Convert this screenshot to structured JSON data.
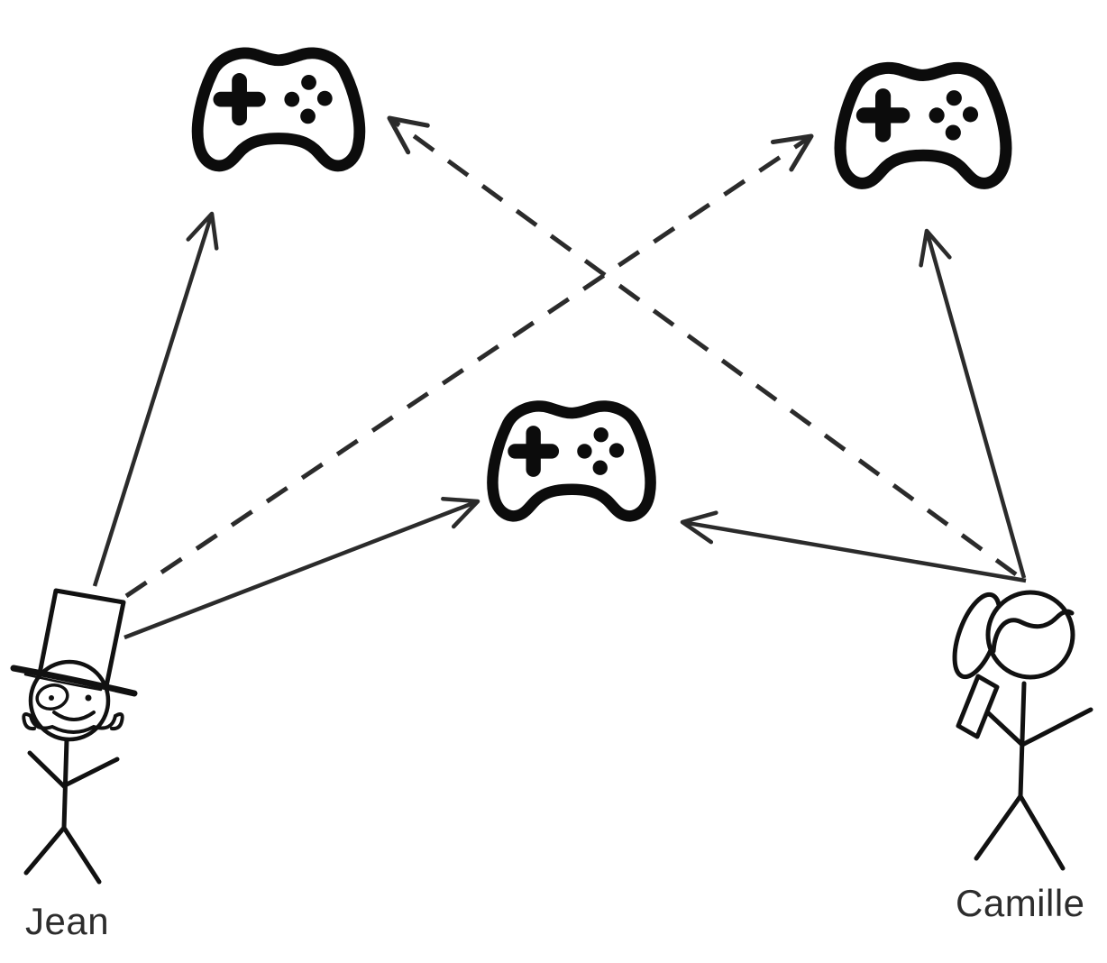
{
  "diagram": {
    "type": "relationship-diagram",
    "background": "#ffffff",
    "actors": [
      {
        "id": "jean",
        "label": "Jean",
        "figure": "stick-figure-top-hat-monocle-mustache",
        "position": "bottom-left"
      },
      {
        "id": "camille",
        "label": "Camille",
        "figure": "stick-figure-ponytail-holding-phone",
        "position": "bottom-right"
      }
    ],
    "controllers": [
      {
        "id": "controller-top-left",
        "icon": "gamepad-icon",
        "position": "top-left"
      },
      {
        "id": "controller-top-right",
        "icon": "gamepad-icon",
        "position": "top-right"
      },
      {
        "id": "controller-middle",
        "icon": "gamepad-icon",
        "position": "middle-center"
      }
    ],
    "edges": [
      {
        "from": "Jean",
        "to": "controller-top-left",
        "style": "solid",
        "arrowhead": "open"
      },
      {
        "from": "Jean",
        "to": "controller-middle",
        "style": "solid",
        "arrowhead": "open"
      },
      {
        "from": "Jean",
        "to": "controller-top-right",
        "style": "dashed",
        "arrowhead": "open"
      },
      {
        "from": "Camille",
        "to": "controller-top-right",
        "style": "solid",
        "arrowhead": "open"
      },
      {
        "from": "Camille",
        "to": "controller-middle",
        "style": "solid",
        "arrowhead": "open"
      },
      {
        "from": "Camille",
        "to": "controller-top-left",
        "style": "dashed",
        "arrowhead": "open"
      }
    ],
    "colors": {
      "edge_stroke": "#2b2b2b",
      "figure_stroke": "#111111",
      "controller_stroke": "#0c0c0c",
      "label_text": "#2d2d2d",
      "background": "#ffffff"
    }
  }
}
